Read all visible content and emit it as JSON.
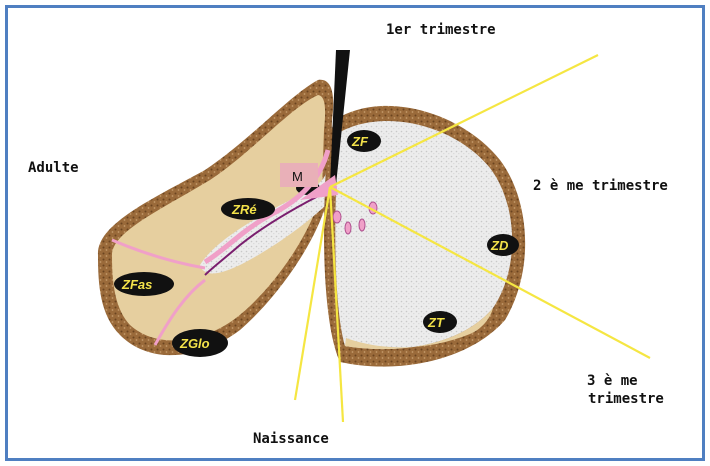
{
  "labels": {
    "first_trimester": "1er trimestre",
    "second_trimester": "2 è me trimestre",
    "third_trimester_line1": "3 è me",
    "third_trimester_line2": "trimestre",
    "birth": "Naissance",
    "adult": "Adulte"
  },
  "zones": {
    "zf": "ZF",
    "zd": "ZD",
    "zt": "ZT",
    "zre": "ZRé",
    "zfas": "ZFas",
    "zglo": "ZGlo",
    "m": "M"
  },
  "colors": {
    "frame": "#4f7fc1",
    "capsule": "#8a5a2b",
    "cortex": "#e8d2a6",
    "medulla": "#e9e9e9",
    "ray": "#f5e642",
    "vessel": "#f0a0c8",
    "vessel_dark": "#7a1e6e",
    "zone_badge": "#111111",
    "zone_text": "#f3e24a"
  }
}
